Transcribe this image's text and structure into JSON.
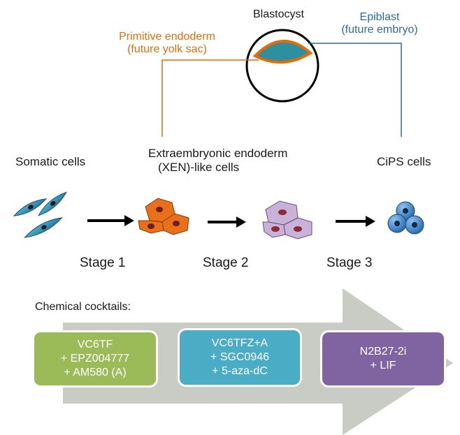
{
  "blastocyst": {
    "title": "Blastocyst",
    "primitive_endoderm": {
      "line1": "Primitive endoderm",
      "line2": "(future yolk sac)"
    },
    "epiblast": {
      "line1": "Epiblast",
      "line2": "(future embryo)"
    }
  },
  "cells": {
    "somatic": "Somatic cells",
    "xen": {
      "line1": "Extraembryonic endoderm",
      "line2": "(XEN)-like cells"
    },
    "cips": "CiPS cells"
  },
  "stages": [
    "Stage 1",
    "Stage 2",
    "Stage 3"
  ],
  "cocktails": {
    "title": "Chemical cocktails:",
    "boxes": [
      {
        "lines": [
          "VC6TF",
          "+ EPZ004777",
          "+ AM580 (A)"
        ],
        "color": "#9bbb59"
      },
      {
        "lines": [
          "VC6TFZ+A",
          "+ SGC0946",
          "+ 5-aza-dC"
        ],
        "color": "#4bacc6"
      },
      {
        "lines": [
          "N2B27-2i",
          "+ LIF"
        ],
        "color": "#8064a2"
      }
    ]
  },
  "colors": {
    "orange": "#e36c0a",
    "blue": "#2c6ba0",
    "epiblast_fill": "#2e8fa0",
    "arrow_gray": "#c8ccc4"
  }
}
